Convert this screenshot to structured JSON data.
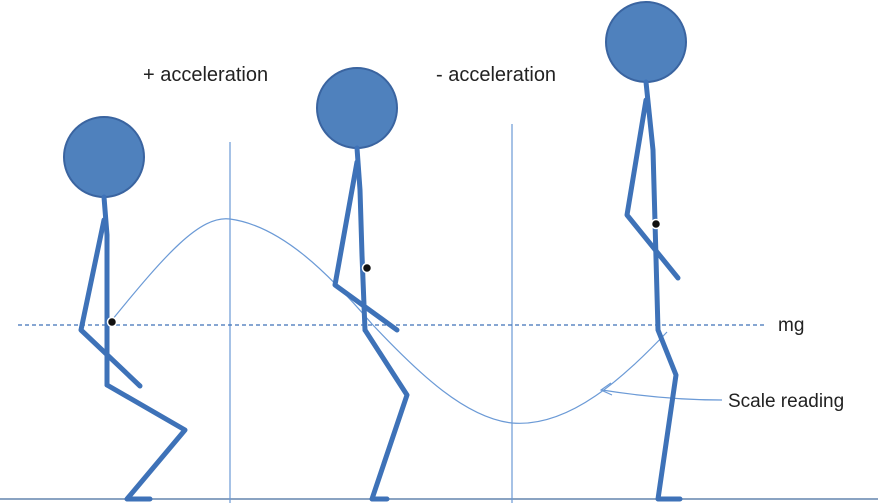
{
  "labels": {
    "plus_acceleration": "+ acceleration",
    "minus_acceleration": "- acceleration",
    "mg": "mg",
    "scale_reading": "Scale reading"
  },
  "figures": [
    {
      "name": "crouching-figure",
      "posture": "crouch"
    },
    {
      "name": "rising-figure",
      "posture": "partial-stand"
    },
    {
      "name": "standing-figure",
      "posture": "upright"
    }
  ],
  "colors": {
    "figure": "#3e72b8",
    "head_fill": "#4f81bd",
    "curve": "#6b9ad6",
    "center_of_mass": "#111111"
  }
}
